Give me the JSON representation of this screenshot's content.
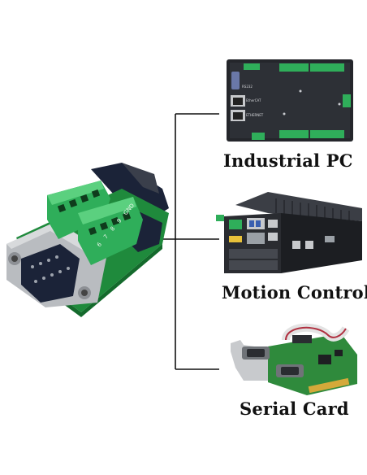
{
  "products": [
    {
      "label": "Industrial PC"
    },
    {
      "label": "Motion Control"
    },
    {
      "label": "Serial Card"
    }
  ],
  "adapter": {
    "pin_labels": [
      "6",
      "7",
      "8",
      "9",
      "GND"
    ]
  },
  "pc_board": {
    "port_labels": [
      "RS232",
      "EtherCAT",
      "ETHERNET"
    ]
  },
  "colors": {
    "terminal_green": "#2fae5a",
    "pcb_green": "#1f8a3c",
    "connector_dark": "#1b2338",
    "metal": "#b9bcc0",
    "line": "#111111"
  }
}
